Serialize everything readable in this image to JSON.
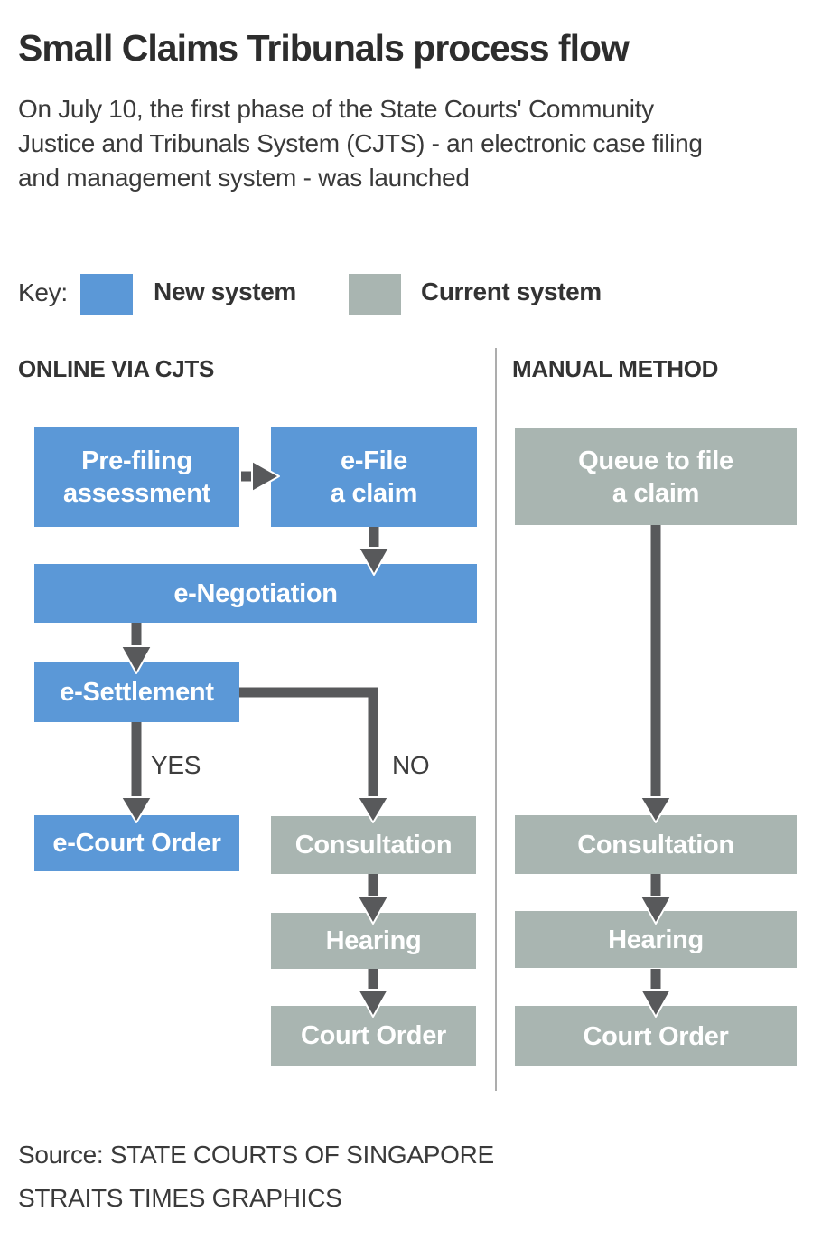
{
  "page": {
    "title": "Small Claims Tribunals process flow",
    "subtitle": "On July 10, the first phase of the State Courts' Community\nJustice and Tribunals System (CJTS) - an electronic case filing\nand management system - was launched"
  },
  "key": {
    "label": "Key:",
    "items": [
      {
        "label": "New system",
        "color": "#5b98d7"
      },
      {
        "label": "Current system",
        "color": "#a9b5b1"
      }
    ]
  },
  "colors": {
    "new_system": "#5b98d7",
    "current_system": "#a9b5b1",
    "arrow": "#58595b",
    "divider": "#adadad"
  },
  "columns": {
    "left": {
      "heading": "ONLINE VIA CJTS"
    },
    "right": {
      "heading": "MANUAL METHOD"
    }
  },
  "nodes": {
    "prefiling": "Pre-filing\nassessment",
    "efile": "e-File\na claim",
    "enegotiation": "e-Negotiation",
    "esettlement": "e-Settlement",
    "ecourtorder": "e-Court Order",
    "consultation_left": "Consultation",
    "hearing_left": "Hearing",
    "courtorder_left": "Court Order",
    "queue": "Queue to file\na claim",
    "consultation_right": "Consultation",
    "hearing_right": "Hearing",
    "courtorder_right": "Court Order"
  },
  "branch_labels": {
    "yes": "YES",
    "no": "NO"
  },
  "footer": {
    "source": "Source: STATE COURTS OF SINGAPORE",
    "credit": "STRAITS TIMES GRAPHICS"
  }
}
